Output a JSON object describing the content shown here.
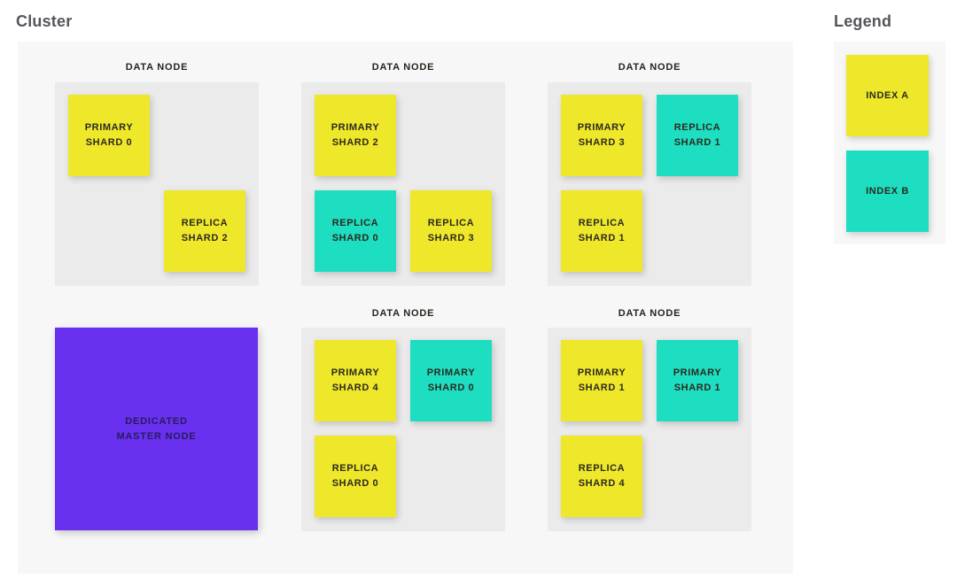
{
  "page": {
    "cluster_title": "Cluster",
    "legend_title": "Legend"
  },
  "colors": {
    "index_a": "#EFE729",
    "index_b": "#1DDEC1",
    "master_node": "#6A30F0",
    "panel_bg": "#F7F7F7",
    "node_bg": "#EBEBEB",
    "shard_text": "#2B2A20",
    "master_text": "#251C5E",
    "title_text": "#54565B"
  },
  "cluster": {
    "title": "Cluster",
    "data_nodes": [
      {
        "label": "DATA NODE",
        "grid": {
          "row": 0,
          "col": 0
        },
        "shards": [
          {
            "lines": [
              "PRIMARY",
              "SHARD 0"
            ],
            "index": "A",
            "slot": {
              "row": 0,
              "col": 0
            }
          },
          {
            "lines": [
              "REPLICA",
              "SHARD 2"
            ],
            "index": "A",
            "slot": {
              "row": 1,
              "col": 1
            }
          }
        ]
      },
      {
        "label": "DATA NODE",
        "grid": {
          "row": 0,
          "col": 1
        },
        "shards": [
          {
            "lines": [
              "PRIMARY",
              "SHARD 2"
            ],
            "index": "A",
            "slot": {
              "row": 0,
              "col": 0
            }
          },
          {
            "lines": [
              "REPLICA",
              "SHARD 0"
            ],
            "index": "B",
            "slot": {
              "row": 1,
              "col": 0
            }
          },
          {
            "lines": [
              "REPLICA",
              "SHARD 3"
            ],
            "index": "A",
            "slot": {
              "row": 1,
              "col": 1
            }
          }
        ]
      },
      {
        "label": "DATA NODE",
        "grid": {
          "row": 0,
          "col": 2
        },
        "shards": [
          {
            "lines": [
              "PRIMARY",
              "SHARD 3"
            ],
            "index": "A",
            "slot": {
              "row": 0,
              "col": 0
            }
          },
          {
            "lines": [
              "REPLICA",
              "SHARD 1"
            ],
            "index": "B",
            "slot": {
              "row": 0,
              "col": 1
            }
          },
          {
            "lines": [
              "REPLICA",
              "SHARD 1"
            ],
            "index": "A",
            "slot": {
              "row": 1,
              "col": 0
            }
          }
        ]
      },
      {
        "label": "DATA NODE",
        "grid": {
          "row": 1,
          "col": 1
        },
        "shards": [
          {
            "lines": [
              "PRIMARY",
              "SHARD 4"
            ],
            "index": "A",
            "slot": {
              "row": 0,
              "col": 0
            }
          },
          {
            "lines": [
              "PRIMARY",
              "SHARD 0"
            ],
            "index": "B",
            "slot": {
              "row": 0,
              "col": 1
            }
          },
          {
            "lines": [
              "REPLICA",
              "SHARD 0"
            ],
            "index": "A",
            "slot": {
              "row": 1,
              "col": 0
            }
          }
        ]
      },
      {
        "label": "DATA NODE",
        "grid": {
          "row": 1,
          "col": 2
        },
        "shards": [
          {
            "lines": [
              "PRIMARY",
              "SHARD 1"
            ],
            "index": "A",
            "slot": {
              "row": 0,
              "col": 0
            }
          },
          {
            "lines": [
              "PRIMARY",
              "SHARD 1"
            ],
            "index": "B",
            "slot": {
              "row": 0,
              "col": 1
            }
          },
          {
            "lines": [
              "REPLICA",
              "SHARD 4"
            ],
            "index": "A",
            "slot": {
              "row": 1,
              "col": 0
            }
          }
        ]
      }
    ],
    "master_node": {
      "lines": [
        "DEDICATED",
        "MASTER NODE"
      ],
      "grid": {
        "row": 1,
        "col": 0
      }
    }
  },
  "legend": {
    "title": "Legend",
    "items": [
      {
        "label": "INDEX A",
        "index": "A"
      },
      {
        "label": "INDEX B",
        "index": "B"
      }
    ]
  }
}
